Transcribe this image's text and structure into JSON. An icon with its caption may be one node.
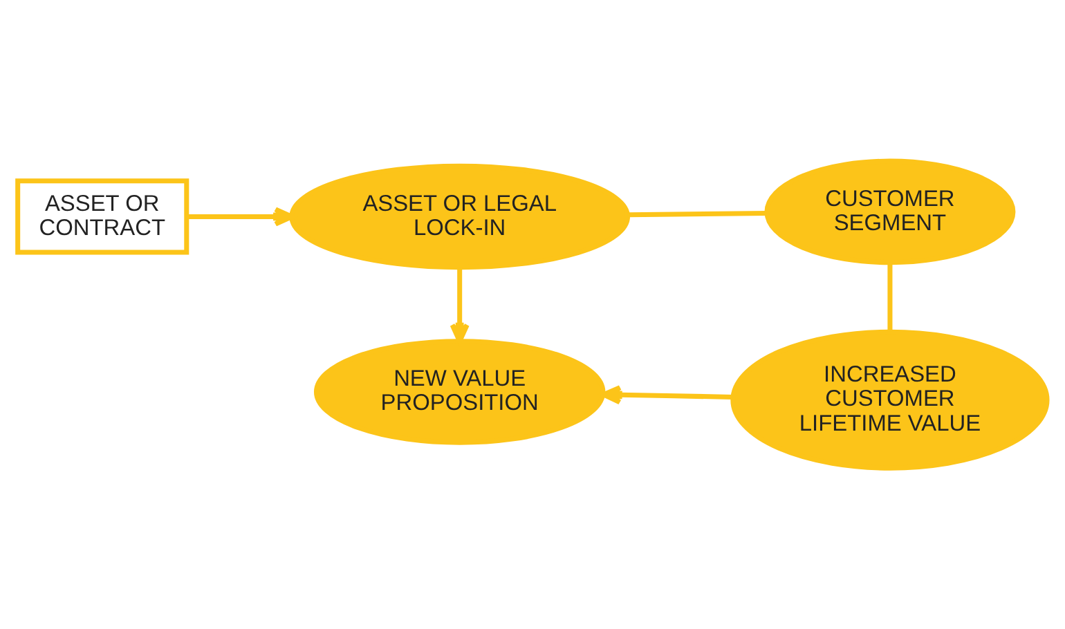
{
  "diagram": {
    "nodes": [
      {
        "text": [
          "ASSET OR CONTRACT"
        ]
      },
      {
        "text": [
          "ASSET OR LEGAL LOCK-IN"
        ]
      },
      {
        "text": [
          "NEW VALUE PROPOSITION"
        ]
      },
      {
        "text": [
          "CUSTOMER SEGMENT"
        ]
      },
      {
        "text": [
          "INCREASED CUSTOMER LIFETIME VALUE"
        ]
      }
    ],
    "edges": [
      {
        "from": 0,
        "to": 1,
        "arrow": "to"
      },
      {
        "from": 1,
        "to": 2,
        "arrow": "to"
      },
      {
        "from": 1,
        "to": 3,
        "arrow": "none"
      },
      {
        "from": 3,
        "to": 4,
        "arrow": "none"
      },
      {
        "from": 4,
        "to": 2,
        "arrow": "to"
      }
    ]
  }
}
